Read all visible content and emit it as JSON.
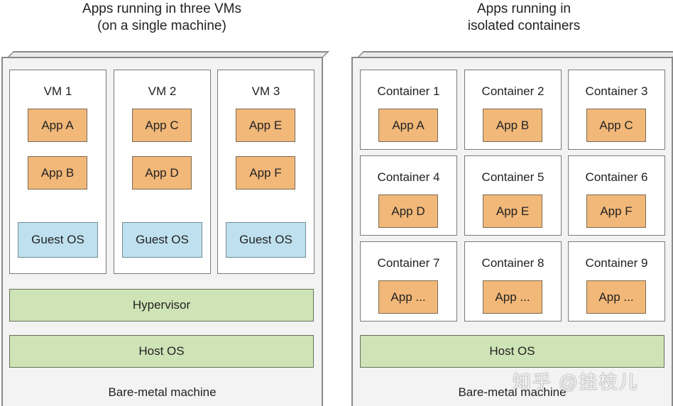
{
  "left": {
    "title_line1": "Apps running in three VMs",
    "title_line2": "(on a single machine)",
    "vms": [
      {
        "label": "VM 1",
        "apps": [
          "App A",
          "App B"
        ],
        "os": "Guest OS"
      },
      {
        "label": "VM 2",
        "apps": [
          "App C",
          "App D"
        ],
        "os": "Guest OS"
      },
      {
        "label": "VM 3",
        "apps": [
          "App E",
          "App F"
        ],
        "os": "Guest OS"
      }
    ],
    "hypervisor": "Hypervisor",
    "host_os": "Host OS",
    "machine": "Bare-metal machine"
  },
  "right": {
    "title_line1": "Apps running in",
    "title_line2": "isolated containers",
    "containers": [
      {
        "label": "Container 1",
        "app": "App A"
      },
      {
        "label": "Container 2",
        "app": "App B"
      },
      {
        "label": "Container 3",
        "app": "App C"
      },
      {
        "label": "Container 4",
        "app": "App D"
      },
      {
        "label": "Container 5",
        "app": "App E"
      },
      {
        "label": "Container 6",
        "app": "App F"
      },
      {
        "label": "Container 7",
        "app": "App ..."
      },
      {
        "label": "Container 8",
        "app": "App ..."
      },
      {
        "label": "Container 9",
        "app": "App ..."
      }
    ],
    "host_os": "Host OS",
    "machine": "Bare-metal machine"
  },
  "watermark": "知乎 @挂枝儿",
  "colors": {
    "app": "#f2b879",
    "guest_os": "#bfe1ef",
    "host_layer": "#cfe4b6",
    "machine": "#f3f3f3"
  }
}
